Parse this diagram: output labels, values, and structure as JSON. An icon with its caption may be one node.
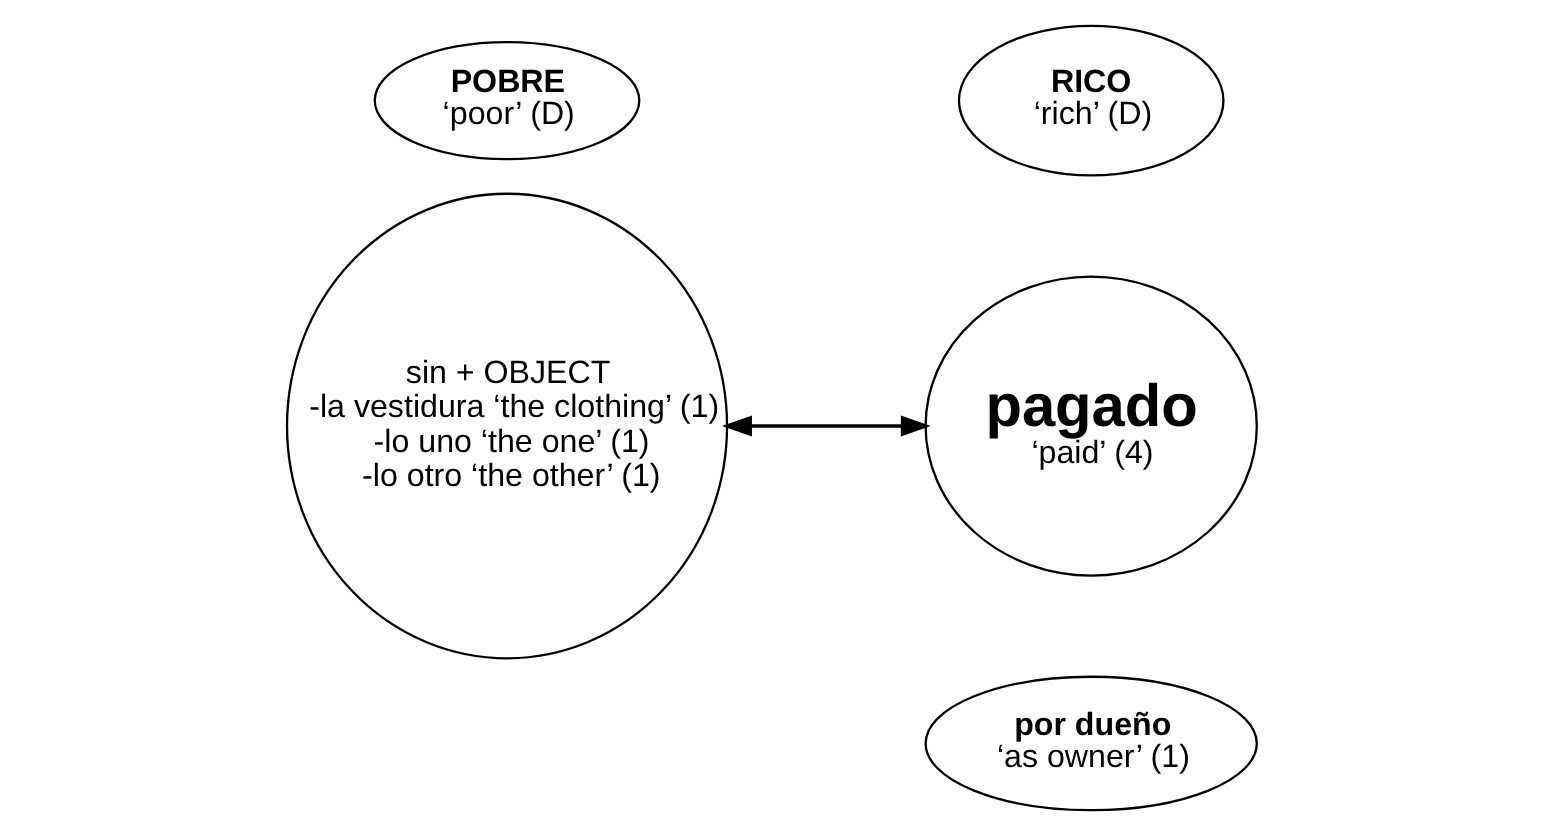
{
  "diagram": {
    "nodes": [
      {
        "text": [
          "POBRE",
          "‘poor’ (D)"
        ]
      },
      {
        "text": [
          "sin + OBJECT",
          "-la vestidura ‘the clothing’ (1)",
          "-lo uno ‘the one’ (1)",
          "-lo otro ‘the other’ (1)"
        ]
      },
      {
        "text": [
          "RICO",
          "‘rich’ (D)"
        ]
      },
      {
        "text": [
          "pagado",
          "‘paid’ (4)"
        ]
      },
      {
        "text": [
          "por dueño",
          "‘as owner’ (1)"
        ]
      }
    ],
    "edges": [
      {
        "from": 1,
        "to": 3,
        "arrow": "both"
      }
    ]
  }
}
